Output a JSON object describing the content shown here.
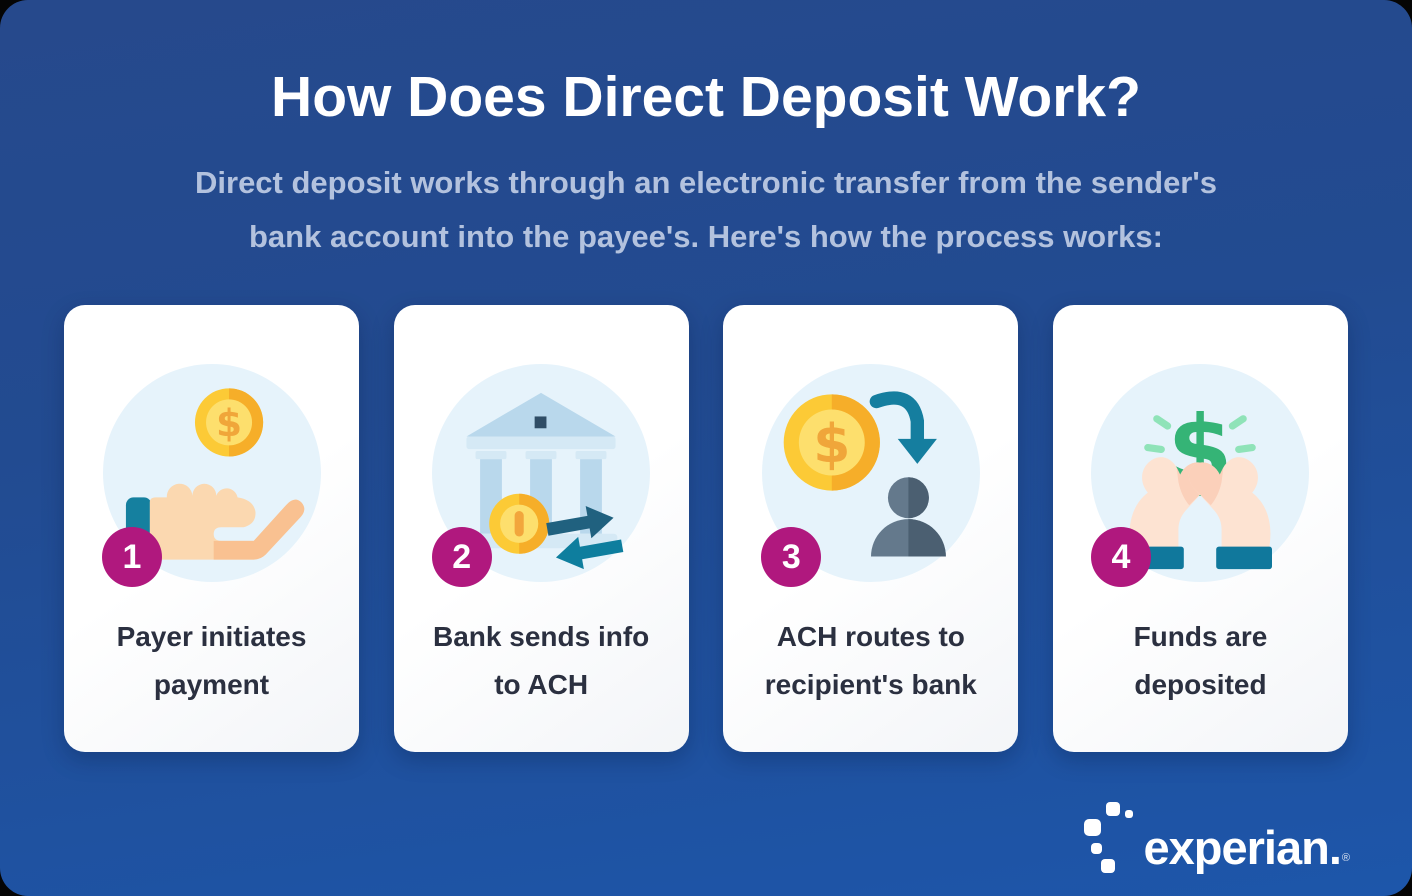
{
  "header": {
    "title": "How Does Direct Deposit Work?",
    "subtitle_line1": "Direct deposit works through an electronic transfer from the sender's",
    "subtitle_line2": "bank account into the payee's. Here's how the process works:"
  },
  "cards": [
    {
      "number": "1",
      "label_line1": "Payer initiates",
      "label_line2": "payment",
      "icon": "hand-holding-coin-icon"
    },
    {
      "number": "2",
      "label_line1": "Bank sends info",
      "label_line2": "to ACH",
      "icon": "bank-transfer-icon"
    },
    {
      "number": "3",
      "label_line1": "ACH routes to",
      "label_line2": "recipient's bank",
      "icon": "coin-to-person-icon"
    },
    {
      "number": "4",
      "label_line1": "Funds are",
      "label_line2": "deposited",
      "icon": "hands-receiving-money-icon"
    }
  ],
  "footer": {
    "brand": "experian.",
    "registered_mark": "®"
  },
  "colors": {
    "background_top": "#26498c",
    "background_bottom": "#1d56aa",
    "title_text": "#ffffff",
    "subtitle_text": "#b3c2de",
    "card_background": "#ffffff",
    "card_text": "#2b3040",
    "icon_circle": "#e6f3fb",
    "badge": "#b0187e",
    "coin_gold": "#fcca36",
    "coin_gold_dark": "#f6ae29",
    "teal_accent": "#15809f",
    "dollar_green": "#35b476",
    "slate_person": "#64798c"
  }
}
